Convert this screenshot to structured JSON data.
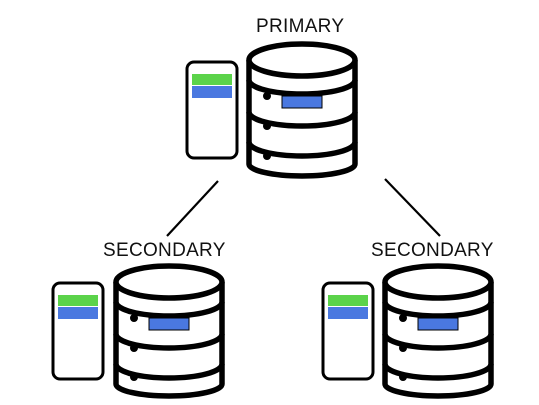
{
  "primary": {
    "label": "PRIMARY"
  },
  "secondaries": [
    {
      "label": "SECONDARY"
    },
    {
      "label": "SECONDARY"
    }
  ],
  "colors": {
    "stroke": "#000000",
    "panel_fill": "#ffffff",
    "green_bar": "#5bd34a",
    "blue_bar": "#4a78e0",
    "label_text": "#111111"
  },
  "icons": [
    "server-rack-icon",
    "database-icon"
  ]
}
